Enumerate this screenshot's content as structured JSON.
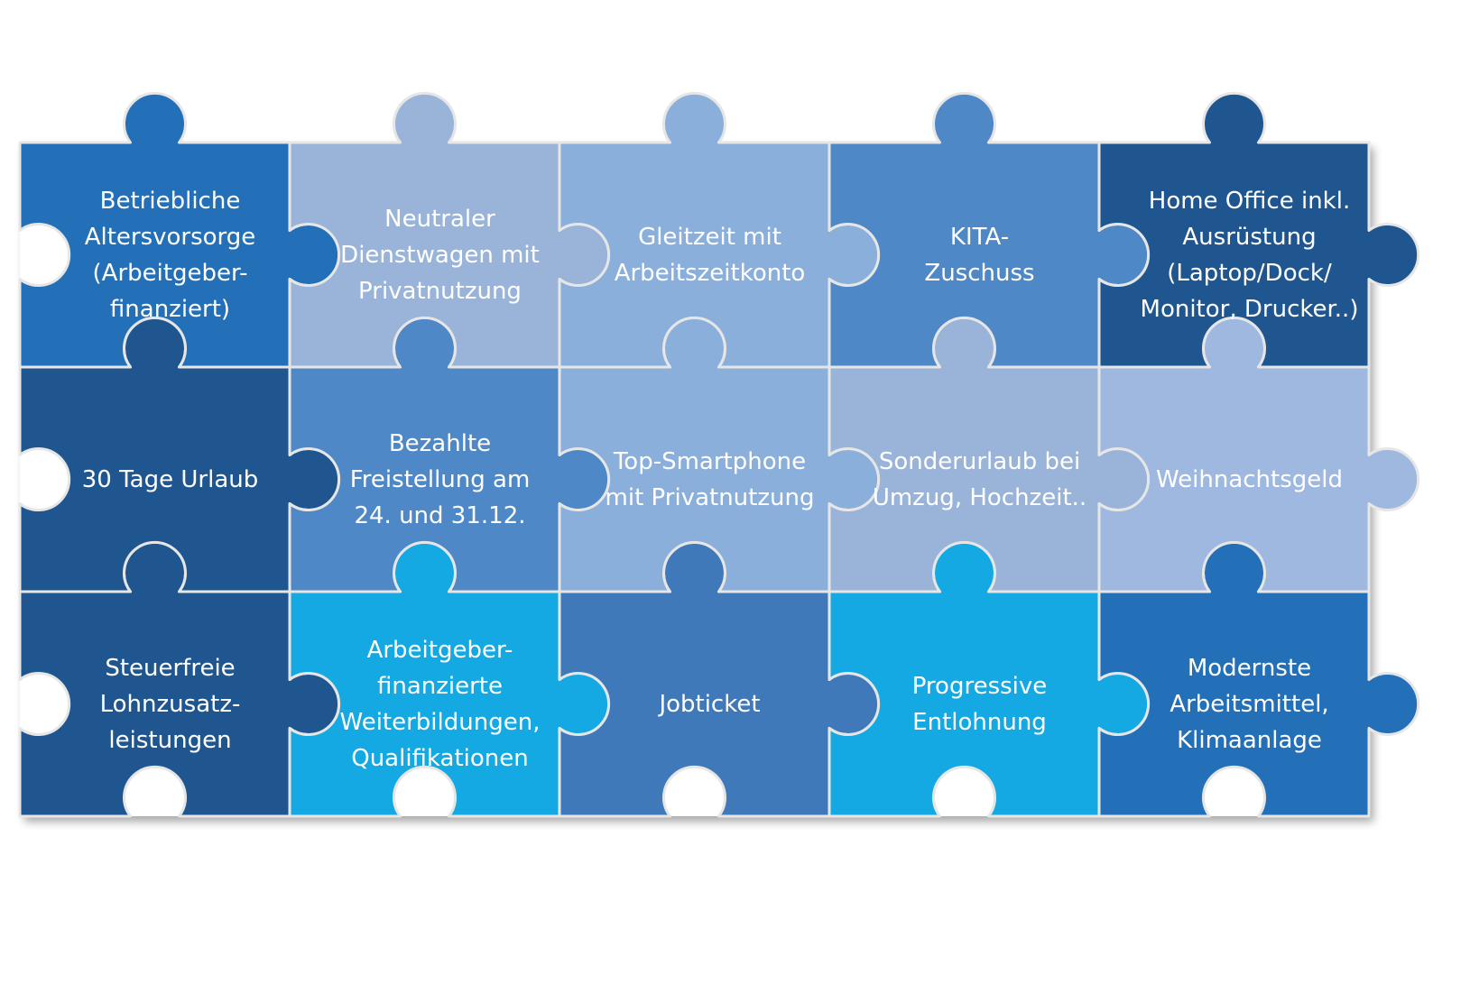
{
  "pieces": [
    {
      "text": "Betriebliche\nAltersvorsorge\n(Arbeitgeber-\nfinanziert)",
      "color": "#2470b8"
    },
    {
      "text": "Neutraler\nDienstwagen mit\nPrivatnutzung",
      "color": "#99b4d8"
    },
    {
      "text": "Gleitzeit mit\nArbeitszeitkonto",
      "color": "#8aafdb"
    },
    {
      "text": "KITA-\nZuschuss",
      "color": "#4f88c6"
    },
    {
      "text": "Home Office inkl.\nAusrüstung\n(Laptop/Dock/\nMonitor, Drucker..)",
      "color": "#20568f"
    },
    {
      "text": "30 Tage Urlaub",
      "color": "#20568f"
    },
    {
      "text": "Bezahlte\nFreistellung am\n24. und 31.12.",
      "color": "#4f88c6"
    },
    {
      "text": "Top-Smartphone\nmit Privatnutzung",
      "color": "#8aafdb"
    },
    {
      "text": "Sonderurlaub bei\nUmzug, Hochzeit..",
      "color": "#99b4d8"
    },
    {
      "text": "Weihnachtsgeld",
      "color": "#9eb8df"
    },
    {
      "text": "Steuerfreie\nLohnzusatz-\nleistungen",
      "color": "#20568f"
    },
    {
      "text": "Arbeitgeber-\nfinanzierte\nWeiterbildungen,\nQualifikationen",
      "color": "#14a9e2"
    },
    {
      "text": "Jobticket",
      "color": "#3f79b9"
    },
    {
      "text": "Progressive\nEntlohnung",
      "color": "#14a9e2"
    },
    {
      "text": "Modernste\nArbeitsmittel,\nKlimaanlage",
      "color": "#2470b8"
    }
  ]
}
